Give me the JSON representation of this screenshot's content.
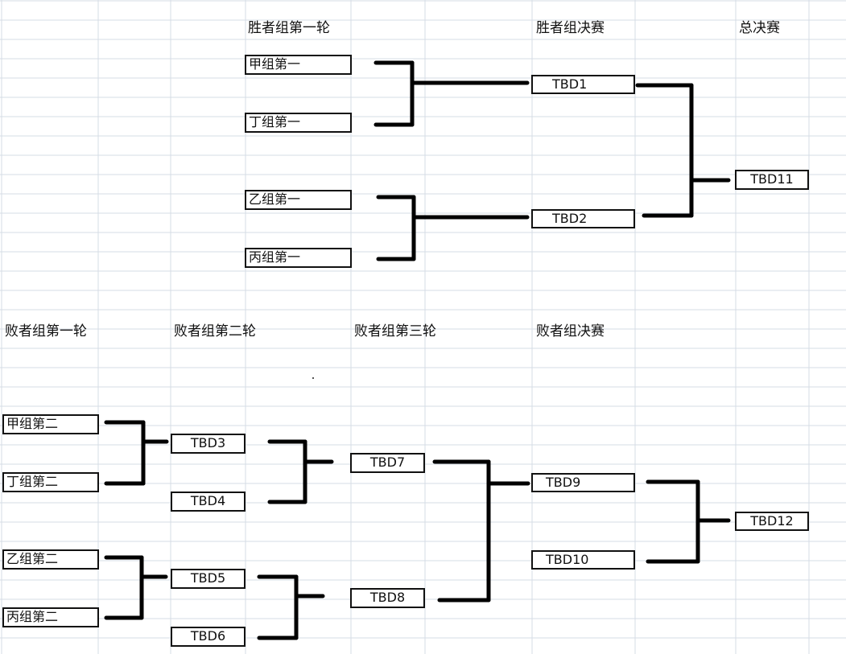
{
  "headers": {
    "winners_round1": "胜者组第一轮",
    "winners_final": "胜者组决赛",
    "grand_final": "总决赛",
    "losers_round1": "败者组第一轮",
    "losers_round2": "败者组第二轮",
    "losers_round3": "败者组第三轮",
    "losers_final": "败者组决赛"
  },
  "winners": {
    "r1": [
      "甲组第一",
      "丁组第一",
      "乙组第一",
      "丙组第一"
    ],
    "final": [
      "TBD1",
      "TBD2"
    ],
    "grand_final": "TBD11"
  },
  "losers": {
    "r1": [
      "甲组第二",
      "丁组第二",
      "乙组第二",
      "丙组第二"
    ],
    "r2": [
      "TBD3",
      "TBD4",
      "TBD5",
      "TBD6"
    ],
    "r3": [
      "TBD7",
      "TBD8"
    ],
    "final": [
      "TBD9",
      "TBD10"
    ],
    "champion": "TBD12"
  },
  "colors": {
    "line": "#000000",
    "grid": "#d6dce6",
    "background": "#ffffff"
  }
}
